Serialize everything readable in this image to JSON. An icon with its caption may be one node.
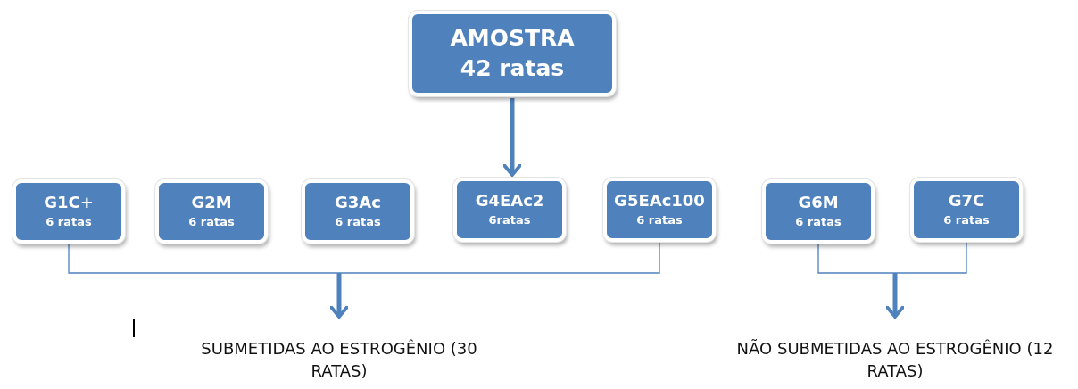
{
  "diagram": {
    "nodes": [
      {
        "text": [
          "AMOSTRA",
          "42 ratas"
        ]
      },
      {
        "text": [
          "G1C+",
          "6 ratas"
        ]
      },
      {
        "text": [
          "G2M",
          "6 ratas"
        ]
      },
      {
        "text": [
          "G3Ac",
          "6 ratas"
        ]
      },
      {
        "text": [
          "G4EAc2",
          "6ratas"
        ]
      },
      {
        "text": [
          "G5EAc100",
          "6 ratas"
        ]
      },
      {
        "text": [
          "G6M",
          "6 ratas"
        ]
      },
      {
        "text": [
          "G7C",
          "6 ratas"
        ]
      },
      {
        "text": [
          "SUBMETIDAS AO ESTROGÊNIO (30 RATAS)"
        ]
      },
      {
        "text": [
          "NÃO SUBMETIDAS AO ESTROGÊNIO (12 RATAS)"
        ]
      }
    ],
    "edges": [
      {
        "from": 0,
        "to": 4,
        "arrow": "to",
        "style": "thick"
      },
      {
        "from": 1,
        "to": 8,
        "arrow": "to"
      },
      {
        "from": 5,
        "to": 8,
        "arrow": "to"
      },
      {
        "from": 6,
        "to": 9,
        "arrow": "to"
      },
      {
        "from": 7,
        "to": 9,
        "arrow": "to"
      }
    ]
  }
}
